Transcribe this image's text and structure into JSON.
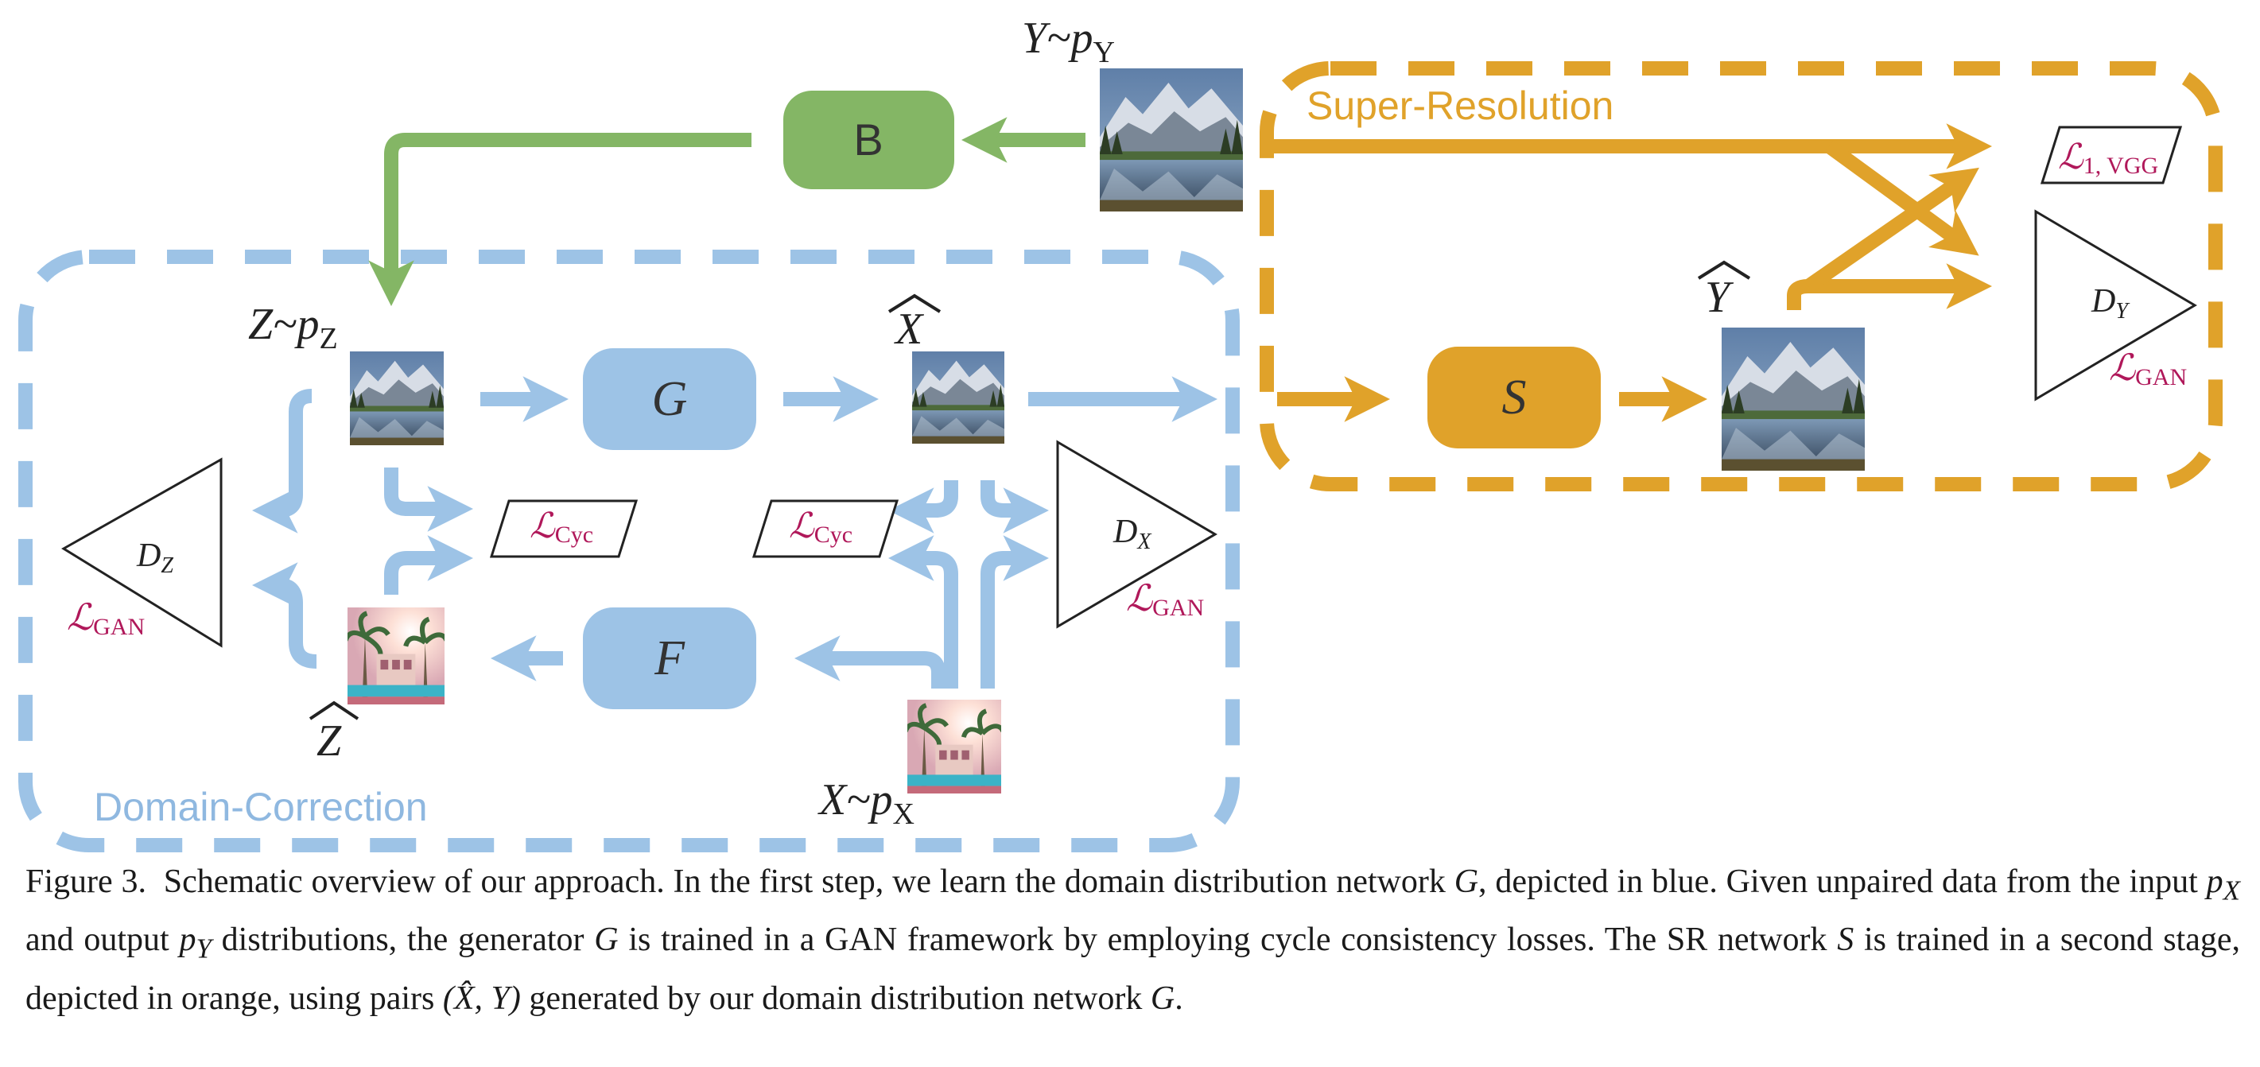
{
  "regions": {
    "domain_correction": "Domain-Correction",
    "super_resolution": "Super-Resolution"
  },
  "blocks": {
    "blur": "B",
    "generator_g": "G",
    "generator_f": "F",
    "super_res": "S"
  },
  "variables": {
    "y_sample": {
      "base": "Y~p",
      "sub": "Y"
    },
    "z_sample": {
      "base": "Z~p",
      "sub": "Z"
    },
    "x_sample": {
      "base": "X~p",
      "sub": "X"
    },
    "x_hat": "X",
    "y_hat": "Y",
    "z_hat": "Z"
  },
  "discriminators": {
    "d_z": {
      "base": "D",
      "sub": "Z"
    },
    "d_x": {
      "base": "D",
      "sub": "X"
    },
    "d_y": {
      "base": "D",
      "sub": "Y"
    }
  },
  "losses": {
    "script_l": "ℒ",
    "gan_sub": "GAN",
    "cyc_sub": "Cyc",
    "l1_vgg_sub": "1, VGG"
  },
  "caption": {
    "label": "Figure 3.",
    "parts": [
      "Schematic overview of our approach. In the first step, we learn the domain distribution network ",
      "G",
      ", depicted in blue. Given unpaired data from the input ",
      "p",
      "X",
      " and output ",
      "p",
      "Y",
      " distributions, the generator ",
      "G",
      " is trained in a GAN framework by employing cycle consistency losses. The SR network ",
      "S",
      " is trained in a second stage, depicted in orange, using pairs ",
      "(X̂, Y)",
      " generated by our domain distribution network ",
      "G",
      "."
    ]
  },
  "colors": {
    "blue": "#9dc3e6",
    "blue_arrow": "#8fb8e0",
    "orange": "#e0a22a",
    "green": "#84b665",
    "loss_text": "#b0185a",
    "blue_text": "#8fb8e0"
  }
}
